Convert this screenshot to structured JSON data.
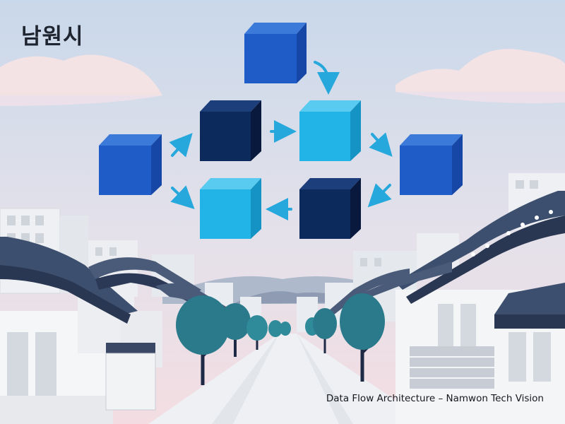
{
  "header": {
    "city_name": "남원시"
  },
  "footer": {
    "caption": "Data Flow Architecture – Namwon Tech Vision"
  },
  "colors": {
    "royal_blue": "#1f5cc8",
    "navy": "#0d2a5c",
    "cyan": "#22b4e6",
    "arrow": "#27a8dc",
    "sky_top": "#cbd9ea",
    "sky_bottom": "#f2dde2"
  },
  "diagram": {
    "nodes": [
      {
        "id": "n1",
        "shade": "royal_blue"
      },
      {
        "id": "n2",
        "shade": "navy"
      },
      {
        "id": "n3",
        "shade": "cyan"
      },
      {
        "id": "n4",
        "shade": "royal_blue"
      },
      {
        "id": "n5",
        "shade": "royal_blue"
      },
      {
        "id": "n6",
        "shade": "cyan"
      },
      {
        "id": "n7",
        "shade": "navy"
      }
    ],
    "edges": [
      {
        "from": "n1",
        "to": "n3"
      },
      {
        "from": "n2",
        "to": "n3"
      },
      {
        "from": "n3",
        "to": "n5"
      },
      {
        "from": "n5",
        "to": "n7"
      },
      {
        "from": "n7",
        "to": "n6"
      },
      {
        "from": "n4",
        "to": "n2"
      },
      {
        "from": "n4",
        "to": "n6"
      }
    ]
  }
}
